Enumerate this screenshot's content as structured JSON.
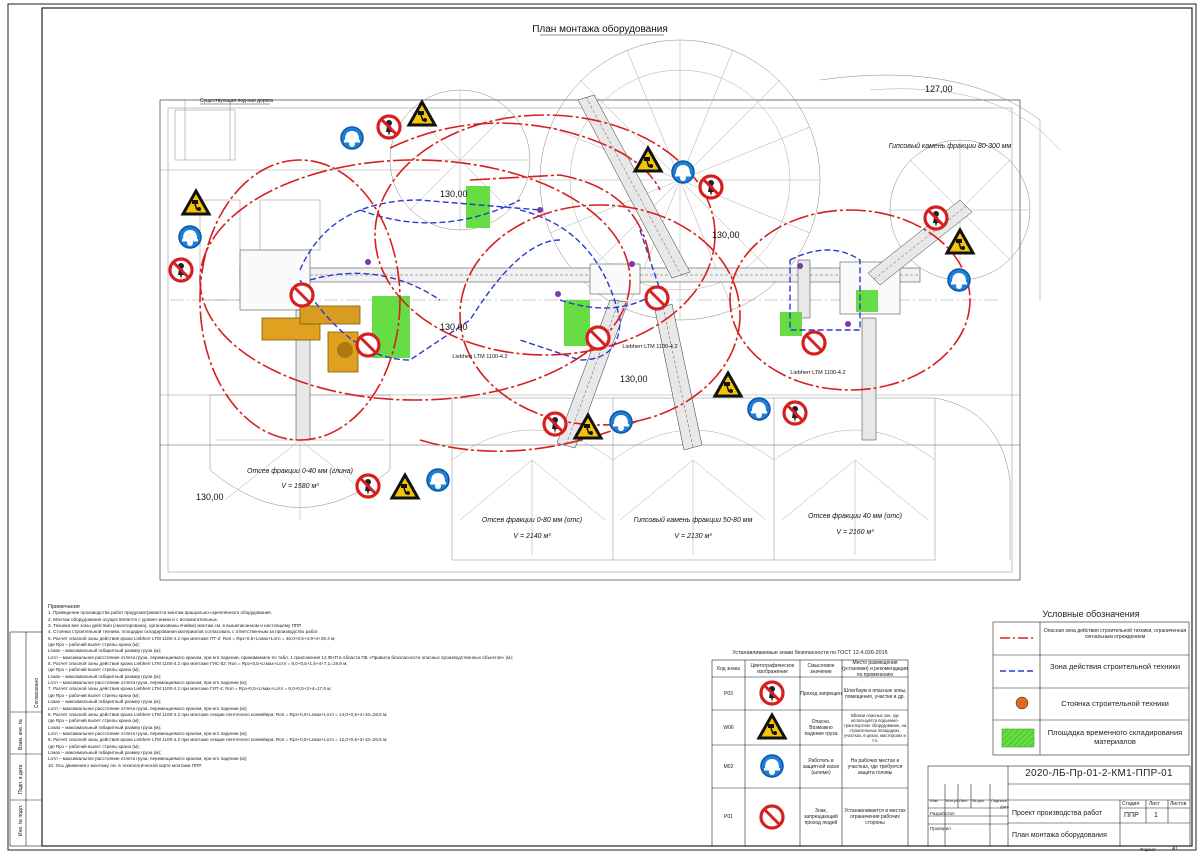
{
  "plan": {
    "title": "План монтажа оборудования",
    "road_label": "Существующая под-ная дорога",
    "zones": [
      {
        "label": "Отсев фракции 0-40 мм (глина)",
        "volume": "V = 1580 м³"
      },
      {
        "label": "Отсев фракции 0-80 мм (отс)",
        "volume": "V = 2140 м³"
      },
      {
        "label": "Гипсовый камень фракции 50-80 мм",
        "volume": "V = 2130 м³"
      },
      {
        "label": "Отсев фракции 40 мм (отс)",
        "volume": "V = 2160 м³"
      },
      {
        "label": "Гипсовый камень фракции 80-300 мм",
        "volume": ""
      }
    ],
    "cranes": [
      {
        "label": "Liebherr LTM 1100-4.2"
      },
      {
        "label": "Liebherr LTM 1100-4.2"
      },
      {
        "label": "Liebherr LTM 1100-4.2"
      }
    ],
    "elevations": [
      "130,00",
      "130,00",
      "130,00",
      "130,00",
      "127,00",
      "130,00"
    ]
  },
  "notes": {
    "heading": "Примечания",
    "lines": [
      "1. Приведение производства работ предусматривается монтаж вращально-скреплённого оборудования.",
      "2. Монтаж оборудования осуществляется с уровня земли и с вспомогательных.",
      "3. Техника вне зоны действия (смонтирована), организованы ячейки) монтаж см. в вышеписанном и настоящему ППР.",
      "4. Стоянка строительной техники, площадки складирования материалов согласовать с ответственным за производство работ.",
      "5. Расчет опасной зоны действия крана Liebherr LTM 1100-4.2 при монтаже ПТ-2: Rоп = Rрз+0,5+Lгмах+Lотл = 46,0+0,5+4,9+4+29,4 м;",
      "   где Rрз – рабочий вылет стрелы крана (м);",
      "   Lгмах – максимальный габаритный размер груза (м);",
      "   Lотл – максимальное расстояние отлета груза, перемещаемого краном, при его падении, принимаемое по табл. 1 приложения 12 ФНП в области ПБ «Правила безопасности опасных производственных объектов» (м);",
      "6. Расчет опасной зоны действия крана Liebherr LTM 1100-4.2 при монтаже ГИС-52: Rоп = Rрз+0,5+Lгмах+Lотл = 8,0+0,5+1,5+4+7,1=19,9 м;",
      "   где Rрз – рабочий вылет стрелы крана (м);",
      "   Lгмах – максимальный габаритный размер груза (м);",
      "   Lотл – максимальное расстояние отлета груза, перемещаемого краном, при его падении (м);",
      "7. Расчет опасной зоны действия крана Liebherr LTM 1100-4.2 при монтаже ГИТ-4: Rоп = Rрз+0,5+Lгмах+Lотл = 8,0+0,5+2+4=17,6 м;",
      "   где Rрз – рабочий вылет стрелы крана (м);",
      "   Lгмах – максимальный габаритный размер груза (м);",
      "   Lотл – максимальное расстояние отлета груза, перемещаемого краном, при его падении (м);",
      "8. Расчет опасной зоны действия крана Liebherr LTM 1100-4.2 при монтаже секции ленточного конвейера: Rоп = Rрз+0,5+Lгмах+Lотл = 14,0+0,5+4+10=28,5 м;",
      "   где Rрз – рабочий вылет стрелы крана (м);",
      "   Lгмах – максимальный габаритный размер груза (м);",
      "   Lотл – максимальное расстояние отлета груза, перемещаемого краном, при его падении (м);",
      "9. Расчет опасной зоны действия крана Liebherr LTM 1100-4.2 при монтаже секции ленточного конвейера: Rоп = Rрз+0,5+Lгмах+Lотл = 12,0+0,5+3+10=26,5 м;",
      "   где Rрз – рабочий вылет стрелы крана (м);",
      "   Lгмах – максимальный габаритный размер груза (м);",
      "   Lотл – максимальное расстояние отлета груза, перемещаемого краном, при его падении (м);",
      "10. Ось движения к монтажу см. в технологической карте монтажа ППР."
    ]
  },
  "signs": {
    "title": "Устанавливаемые знаки безопасности по ГОСТ 12.4.026-2015",
    "headers": [
      "Код знака",
      "Цветографическое изображение",
      "Смысловое значение",
      "Место размещения (установки) и рекомендации по применению"
    ],
    "rows": [
      {
        "code": "P03",
        "meaning": "Проход запрещен",
        "place": "Шлагбаум в опасные зоны, помещения, участки и др."
      },
      {
        "code": "W06",
        "meaning": "Опасно. Возможно падение груза",
        "place": "Вблизи опасных зон, где используется подъемно-транспортное оборудование, на строительных площадках, участках, в цехах, мастерских и т.п."
      },
      {
        "code": "M02",
        "meaning": "Работать в защитной каске (шлеме)",
        "place": "На рабочих местах и участках, где требуется защита головы"
      },
      {
        "code": "P01",
        "meaning": "Знак, запрещающий проход людей",
        "place": "Устанавливается в местах ограничения рабочих стороны"
      }
    ]
  },
  "legend": {
    "title": "Условные обозначения",
    "items": [
      {
        "label": "Опасная зона действия строительной техники, ограниченная сигнальным ограждением",
        "color": "#d62020"
      },
      {
        "label": "Зона действия строительной техники",
        "color": "#2a3bd0"
      },
      {
        "label": "Стоянка строительной техники",
        "color": "#e06820"
      },
      {
        "label": "Площадка временного складирования материалов",
        "color": "#33cc33"
      }
    ]
  },
  "titleblock": {
    "code": "2020-ЛБ-Пр-01-2-КМ1-ППР-01",
    "project": "Проект производства работ",
    "sheet_name": "План монтажа оборудования",
    "stage_label": "Стадия",
    "sheet_label": "Лист",
    "sheets_label": "Листов",
    "stage": "ППР",
    "sheet": "1",
    "format_label": "Формат",
    "format": "А1",
    "columns": [
      "Изм.",
      "Кол.уч",
      "Лист",
      "№ док.",
      "Подпись",
      "Дата"
    ],
    "roles": [
      "Разработал",
      "Проверил"
    ],
    "side_stamps": [
      "Инв. № подл.",
      "Подп. и дата",
      "Взам. инв. №",
      "Согласовано"
    ]
  },
  "colors": {
    "danger": "#d62020",
    "work_zone": "#2a3bd0",
    "storage": "#33cc33",
    "crane": "#e0a020",
    "mandatory": "#1e7fd8",
    "warning": "#f3c40c"
  }
}
